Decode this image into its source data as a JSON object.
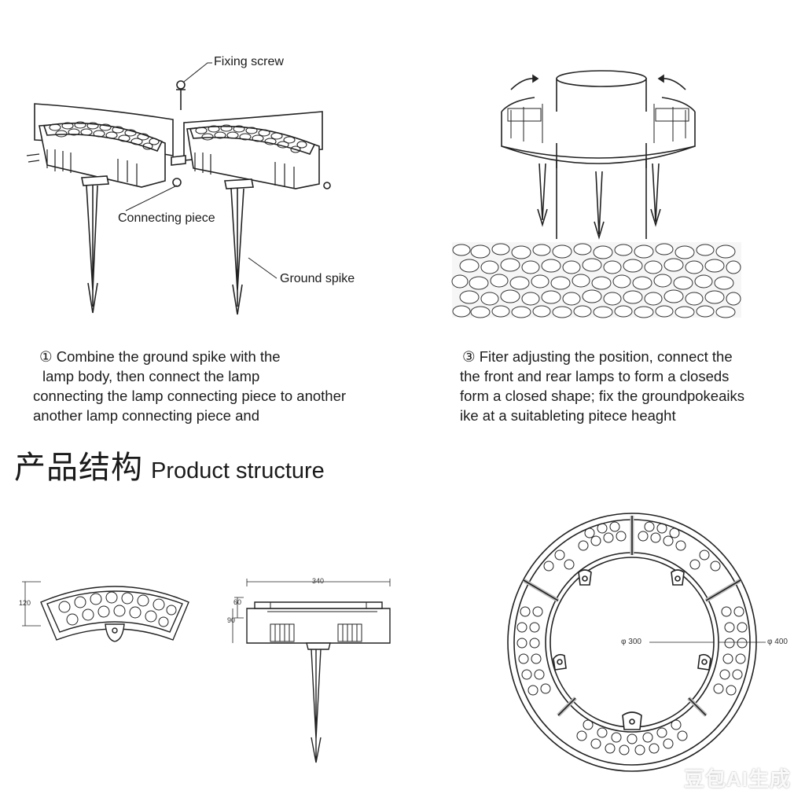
{
  "labels": {
    "fixing_screw": "Fixing screw",
    "connecting_piece": "Connecting piece",
    "ground_spike": "Ground spike"
  },
  "step1": {
    "line1": "① Combine the ground spike with the",
    "line2": "lamp body, then connect the lamp",
    "line3": "connecting the lamp connecting piece to another",
    "line4": "another lamp connecting piece and"
  },
  "step3": {
    "line1": "③ Fiter adjusting the position, connect the",
    "line2": "the front and rear lamps to form a closeds",
    "line3": "form a closed shape; fix the groundpokeaiks",
    "line4": "ike at a suitableting pitece heaght"
  },
  "heading": {
    "cn": "产品结构",
    "en": "Product structure"
  },
  "dimensions": {
    "arc_height": "120",
    "side_width": "340",
    "side_small": "60",
    "side_height": "90",
    "inner_dia": "φ 300",
    "outer_dia": "φ 400"
  },
  "watermark": "豆包AI生成"
}
